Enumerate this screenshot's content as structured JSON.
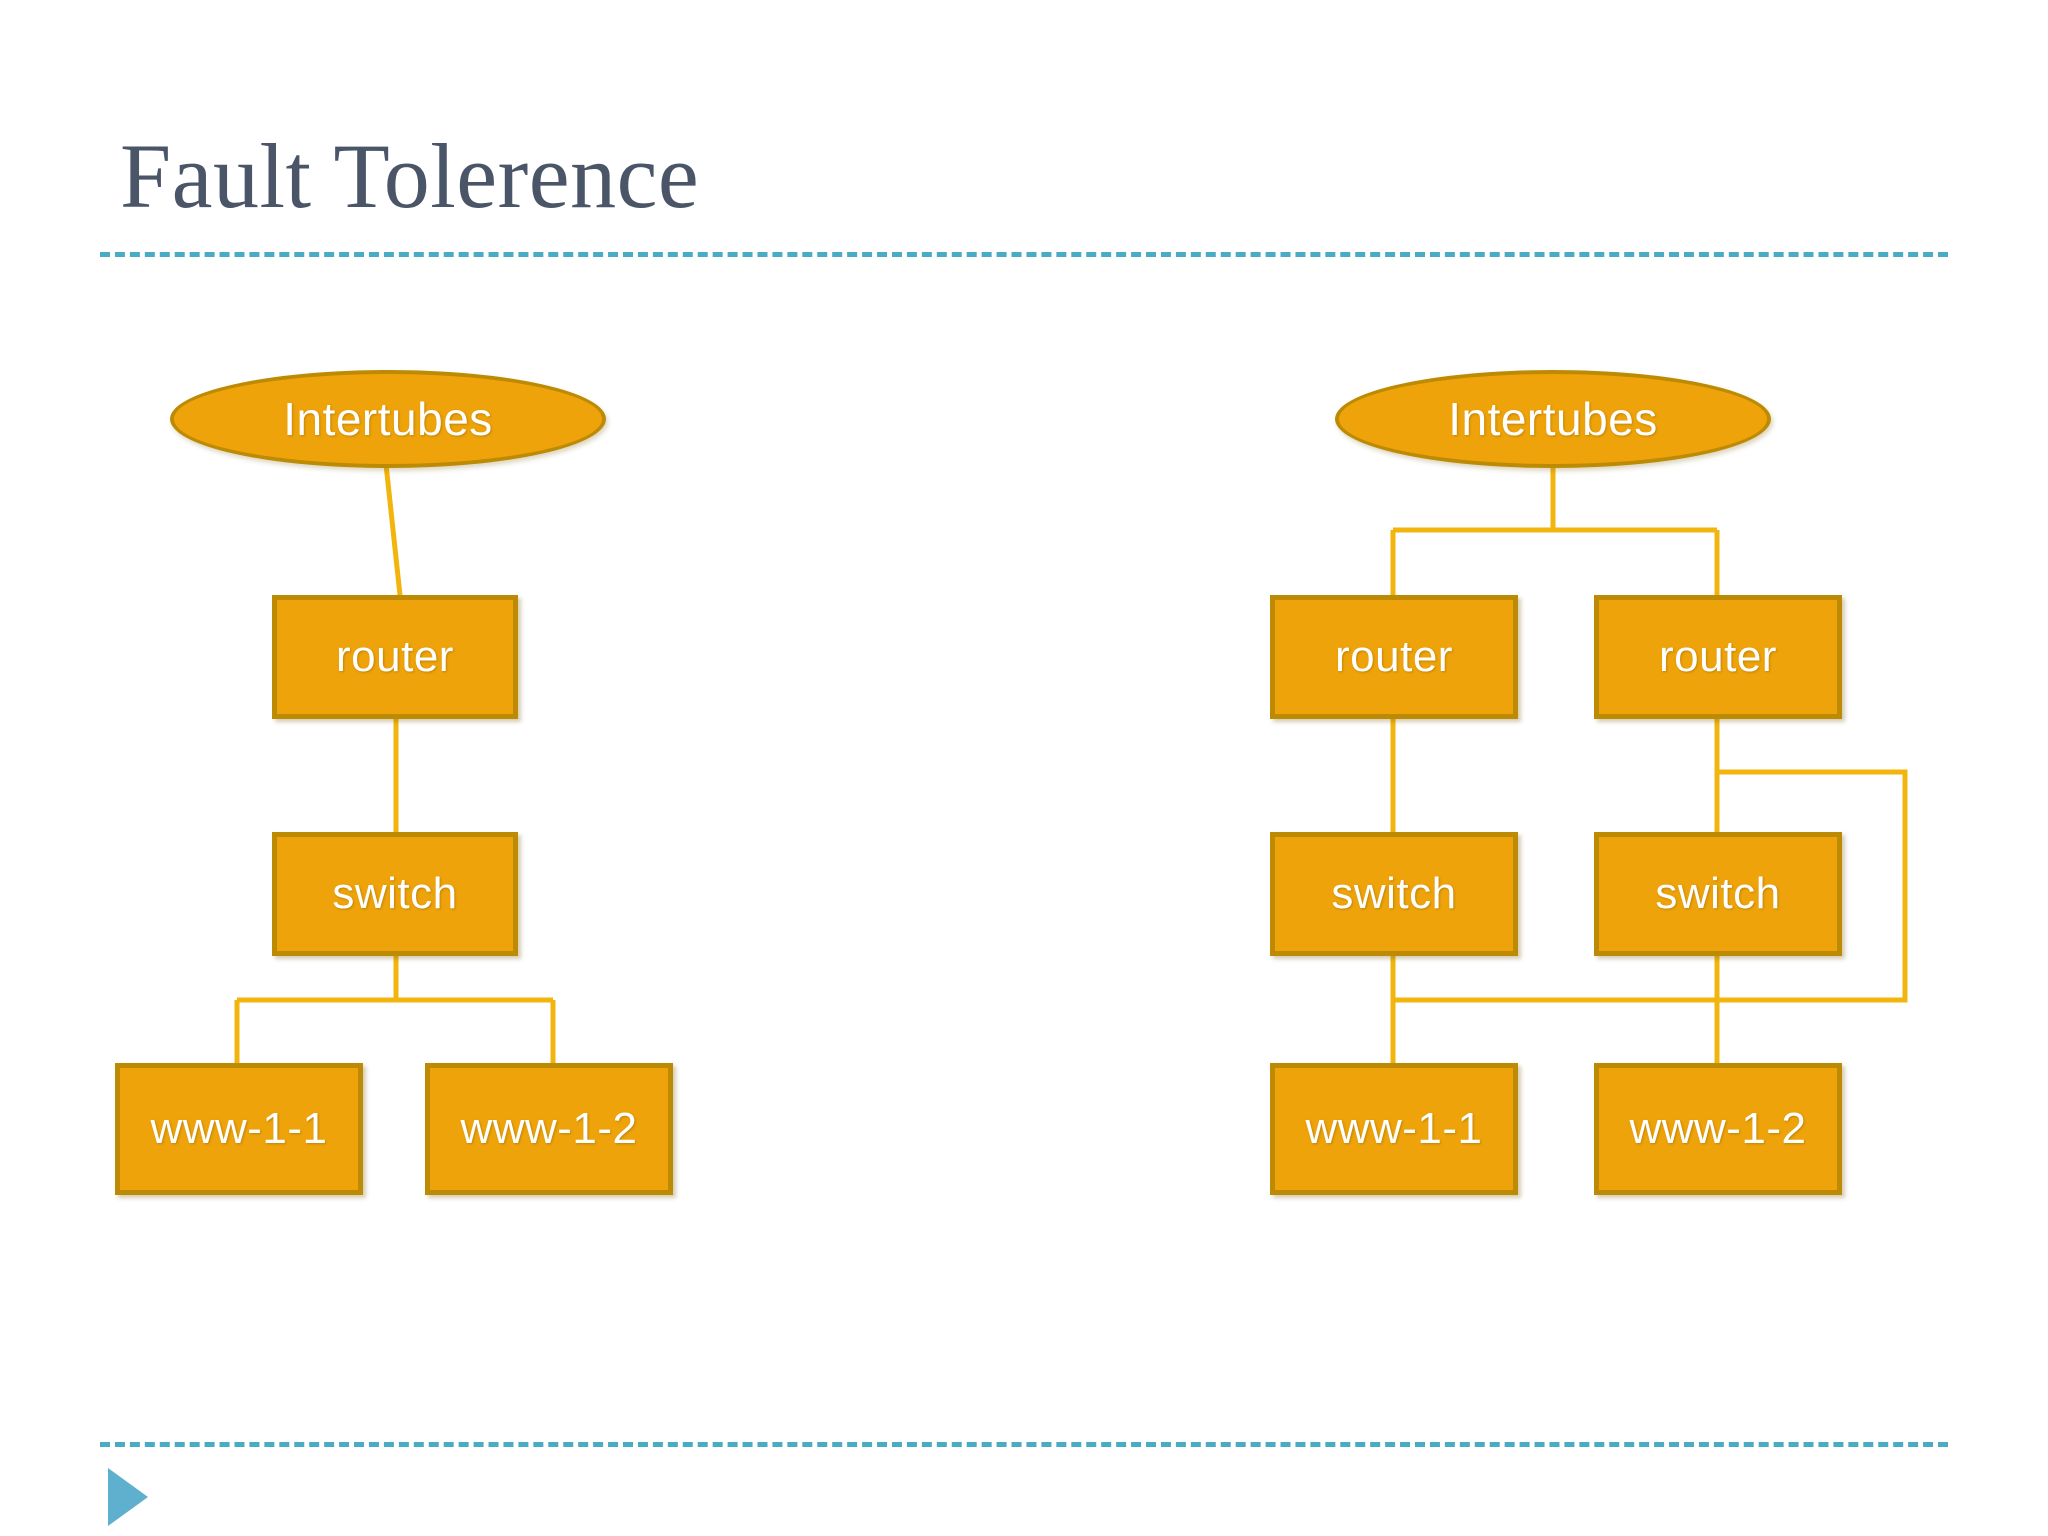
{
  "slide": {
    "title": "Fault Tolerence",
    "colors": {
      "title_text": "#4A5568",
      "rule": "#49ABC4",
      "node_fill": "#EFA30A",
      "node_border": "#BD8A04",
      "node_text": "#FFFFFF",
      "connector": "#F2B50D",
      "nav_triangle": "#5FAFCE",
      "background": "#FFFFFF"
    },
    "nav_triangle_icon": "play-triangle-icon"
  },
  "diagrams": [
    {
      "id": "single-path",
      "nodes": {
        "cloud": "Intertubes",
        "router": "router",
        "switch": "switch",
        "web_a": "www-1-1",
        "web_b": "www-1-2"
      }
    },
    {
      "id": "redundant-path",
      "nodes": {
        "cloud": "Intertubes",
        "router_left": "router",
        "router_right": "router",
        "switch_left": "switch",
        "switch_right": "switch",
        "web_a": "www-1-1",
        "web_b": "www-1-2"
      }
    }
  ]
}
